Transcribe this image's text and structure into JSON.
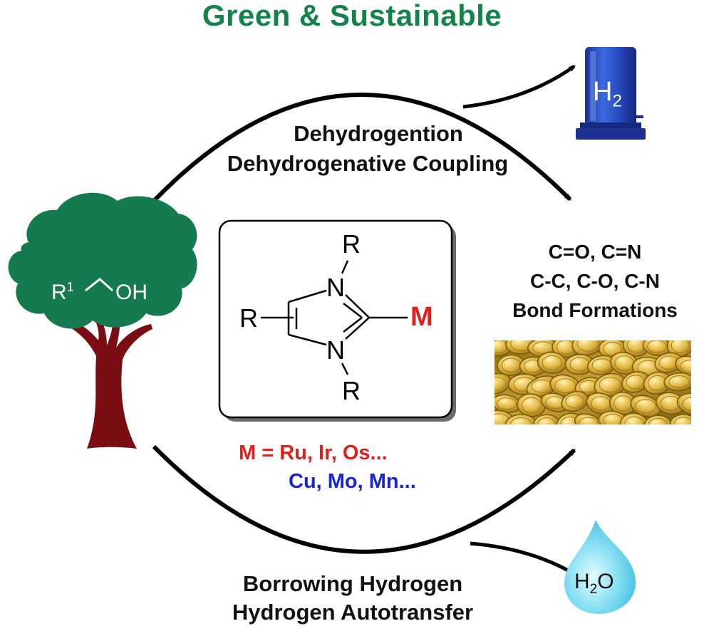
{
  "title": "Green & Sustainable",
  "top_route": {
    "line1": "Dehydrogention",
    "line2": "Dehydrogenative Coupling"
  },
  "bottom_route": {
    "line1": "Borrowing Hydrogen",
    "line2": "Hydrogen Autotransfer"
  },
  "substrate": {
    "r_label": "R",
    "r_superscript": "1",
    "oh_label": "OH"
  },
  "catalyst": {
    "n_top": "N",
    "n_bottom": "N",
    "r_top": "R",
    "r_bottom": "R",
    "r_left": "R",
    "metal": "M"
  },
  "metals": {
    "line1": "M = Ru, Ir, Os...",
    "line2": "Cu, Mo, Mn..."
  },
  "products": {
    "line1": "C=O, C=N",
    "line2": "C-C, C-O, C-N",
    "line3": "Bond Formations"
  },
  "byproducts": {
    "hydrogen": "H",
    "hydrogen_subscript": "2",
    "water_h": "H",
    "water_subscript": "2",
    "water_o": "O"
  },
  "colors": {
    "title": "#13834a",
    "tree_canopy": "#167a4f",
    "tree_trunk": "#7a0d12",
    "metal_red": "#e0201b",
    "metal_blue": "#1b26c8",
    "cylinder": "#2a4ec0",
    "water_drop": "#7fdcef",
    "coins": "#d4a82c"
  },
  "icons": [
    "tree-icon",
    "hydrogen-cylinder-icon",
    "water-drop-icon",
    "gold-coins-image"
  ]
}
